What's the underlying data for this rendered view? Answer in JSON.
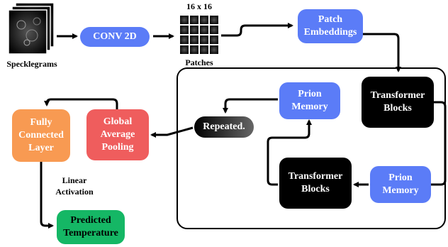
{
  "nodes": {
    "specklegrams": "Specklegrams",
    "conv2d": "CONV 2D",
    "patch_grid_size": "16 x 16",
    "patches": "Patches",
    "patch_embeddings": "Patch\nEmbeddings",
    "transformer_blocks_1": "Transformer\nBlocks",
    "prion_memory_1": "Prion\nMemory",
    "transformer_blocks_2": "Transformer\nBlocks",
    "prion_memory_2": "Prion\nMemory",
    "repeated": "Repeated.",
    "global_average_pooling": "Global\nAverage\nPooling",
    "fully_connected_layer": "Fully\nConnected\nLayer",
    "linear_activation": "Linear\nActivation",
    "predicted_temperature": "Predicted\nTemperature"
  },
  "colors": {
    "blue": "#5b7cf7",
    "black": "#000000",
    "orange": "#f89a52",
    "red": "#ef5d5d",
    "green": "#15b765"
  }
}
